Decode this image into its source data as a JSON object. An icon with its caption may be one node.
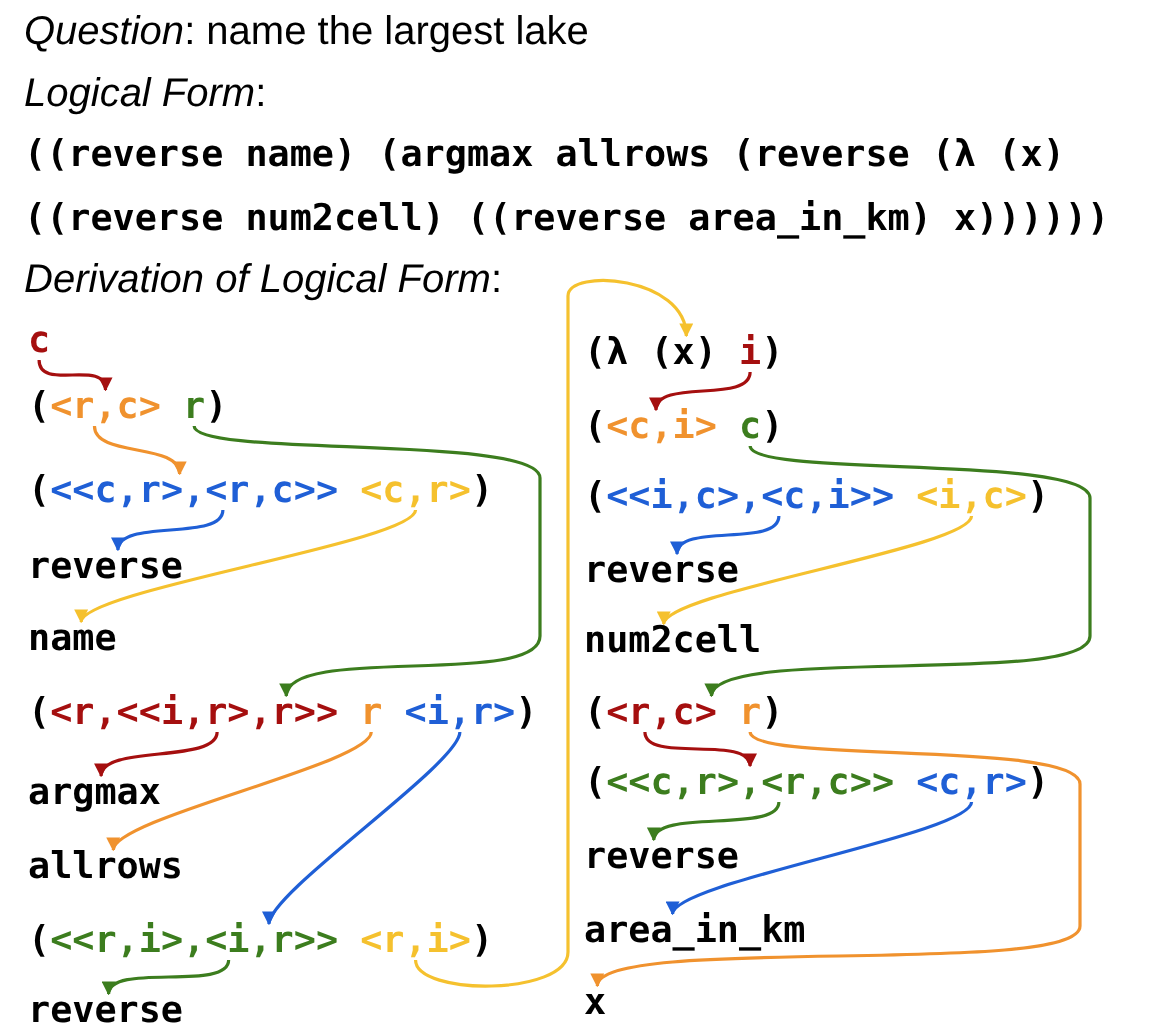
{
  "diagram": {
    "nodes": [
      {
        "text": [
          "c"
        ]
      },
      {
        "text": [
          "<r,c>"
        ]
      },
      {
        "text": [
          "r"
        ]
      },
      {
        "text": [
          "<<c,r>,<r,c>>"
        ]
      },
      {
        "text": [
          "<c,r>"
        ]
      },
      {
        "text": [
          "reverse"
        ]
      },
      {
        "text": [
          "name"
        ]
      },
      {
        "text": [
          "<r,<<i,r>,r>>"
        ]
      },
      {
        "text": [
          "r"
        ]
      },
      {
        "text": [
          "<i,r>"
        ]
      },
      {
        "text": [
          "argmax"
        ]
      },
      {
        "text": [
          "allrows"
        ]
      },
      {
        "text": [
          "<<r,i>,<i,r>>"
        ]
      },
      {
        "text": [
          "<r,i>"
        ]
      },
      {
        "text": [
          "reverse"
        ]
      },
      {
        "text": [
          "(λ (x)"
        ]
      },
      {
        "text": [
          "i"
        ]
      },
      {
        "text": [
          "<c,i>"
        ]
      },
      {
        "text": [
          "c"
        ]
      },
      {
        "text": [
          "<<i,c>,<c,i>>"
        ]
      },
      {
        "text": [
          "<i,c>"
        ]
      },
      {
        "text": [
          "reverse"
        ]
      },
      {
        "text": [
          "num2cell"
        ]
      },
      {
        "text": [
          "<r,c>"
        ]
      },
      {
        "text": [
          "r"
        ]
      },
      {
        "text": [
          "<<c,r>,<r,c>>"
        ]
      },
      {
        "text": [
          "<c,r>"
        ]
      },
      {
        "text": [
          "reverse"
        ]
      },
      {
        "text": [
          "area_in_km"
        ]
      },
      {
        "text": [
          "x"
        ]
      }
    ],
    "edges": [
      {
        "from": 0,
        "to": 1,
        "arrow": "to",
        "color": "#a50f0f"
      },
      {
        "from": 1,
        "to": 3,
        "arrow": "to",
        "color": "#f0922e"
      },
      {
        "from": 2,
        "to": 7,
        "arrow": "to",
        "color": "#3c7d1e"
      },
      {
        "from": 3,
        "to": 5,
        "arrow": "to",
        "color": "#1f5fd6"
      },
      {
        "from": 4,
        "to": 6,
        "arrow": "to",
        "color": "#f5c12e"
      },
      {
        "from": 7,
        "to": 10,
        "arrow": "to",
        "color": "#a50f0f"
      },
      {
        "from": 8,
        "to": 11,
        "arrow": "to",
        "color": "#f0922e"
      },
      {
        "from": 9,
        "to": 12,
        "arrow": "to",
        "color": "#1f5fd6"
      },
      {
        "from": 12,
        "to": 14,
        "arrow": "to",
        "color": "#3c7d1e"
      },
      {
        "from": 13,
        "to": 15,
        "arrow": "to",
        "color": "#f5c12e"
      },
      {
        "from": 16,
        "to": 17,
        "arrow": "to",
        "color": "#a50f0f"
      },
      {
        "from": 18,
        "to": 23,
        "arrow": "to",
        "color": "#3c7d1e"
      },
      {
        "from": 19,
        "to": 21,
        "arrow": "to",
        "color": "#1f5fd6"
      },
      {
        "from": 20,
        "to": 22,
        "arrow": "to",
        "color": "#f5c12e"
      },
      {
        "from": 23,
        "to": 25,
        "arrow": "to",
        "color": "#a50f0f"
      },
      {
        "from": 25,
        "to": 27,
        "arrow": "to",
        "color": "#3c7d1e"
      },
      {
        "from": 26,
        "to": 28,
        "arrow": "to",
        "color": "#1f5fd6"
      },
      {
        "from": 24,
        "to": 29,
        "arrow": "to",
        "color": "#f0922e"
      }
    ],
    "labels": [
      "*Question*: name the largest lake",
      "*Logical Form*:",
      "((reverse name) (argmax allrows (reverse (λ (x)",
      "((reverse num2cell) ((reverse area_in_km) x))))))",
      "*Derivation of Logical Form*:",
      "(",
      ")",
      "(",
      ")",
      "(",
      ")",
      "(",
      ")",
      ")",
      "(",
      ")",
      "(",
      ")",
      "(",
      ")",
      "(",
      ")"
    ]
  }
}
